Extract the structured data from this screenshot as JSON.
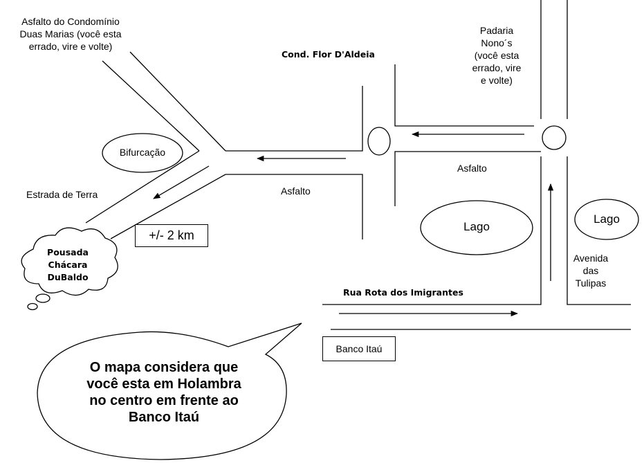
{
  "labels": {
    "condominio_duas_marias": [
      "Asfalto do Condomínio",
      "Duas Marias (você esta",
      "errado, vire e volte)"
    ],
    "cond_flor": "Cond. Flor D'Aldeia",
    "padaria": [
      "Padaria",
      "Nono´s",
      "(você esta",
      "errado, vire",
      "e volte)"
    ],
    "bifurcacao": "Bifurcação",
    "estrada_terra": "Estrada de Terra",
    "asfalto_left": "Asfalto",
    "asfalto_right": "Asfalto",
    "lago_center": "Lago",
    "lago_right": "Lago",
    "distance": "+/- 2 km",
    "pousada": [
      "Pousada",
      "Chácara",
      "DuBaldo"
    ],
    "avenida": [
      "Avenida",
      "das",
      "Tulipas"
    ],
    "rua_rota": "Rua Rota dos Imigrantes",
    "banco": "Banco Itaú",
    "note": [
      "O mapa considera que",
      "você esta em Holambra",
      "no centro em frente ao",
      "Banco Itaú"
    ]
  },
  "colors": {
    "line": "#000000",
    "background": "#ffffff"
  }
}
